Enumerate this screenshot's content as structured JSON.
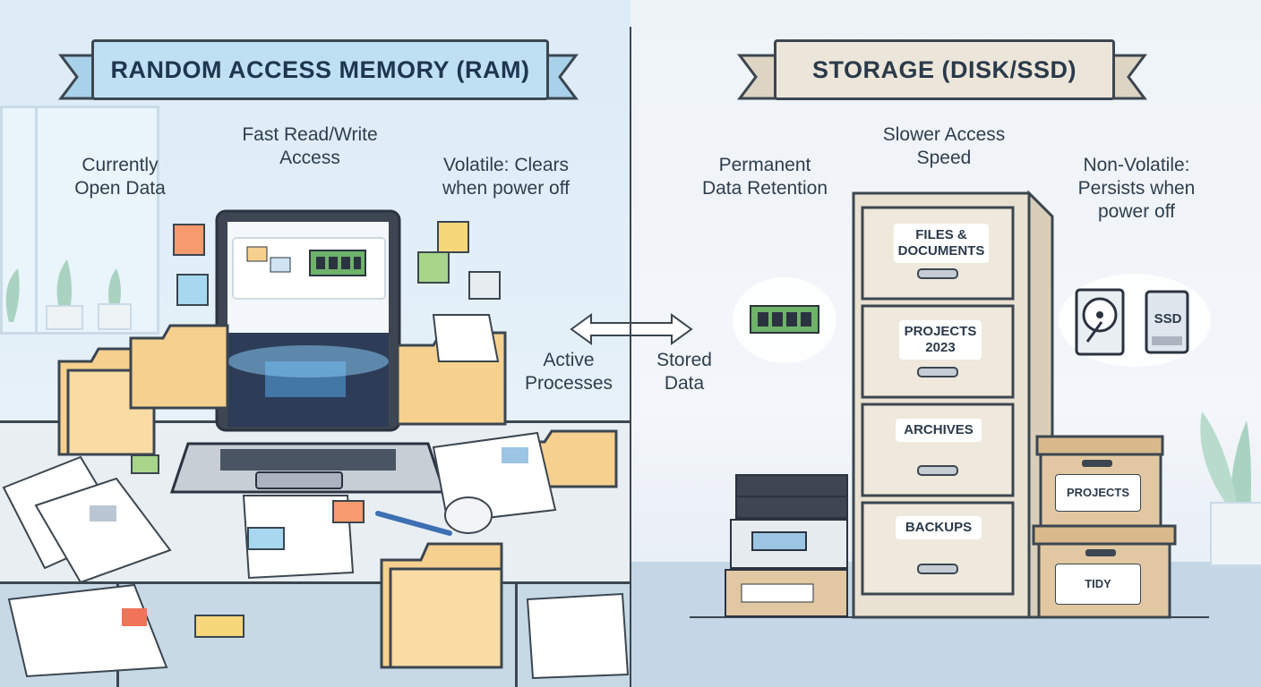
{
  "ram": {
    "title": "RANDOM ACCESS MEMORY (RAM)",
    "labels": {
      "speed": "Fast Read/Write\nAccess",
      "open_data": "Currently\nOpen Data",
      "volatile": "Volatile: Clears\nwhen power off",
      "processes": "Active\nProcesses"
    }
  },
  "storage": {
    "title": "STORAGE (DISK/SSD)",
    "labels": {
      "speed": "Slower Access\nSpeed",
      "retention": "Permanent\nData Retention",
      "nonvolatile": "Non-Volatile:\nPersists when\npower off",
      "stored": "Stored\nData"
    },
    "drawers": [
      "FILES &\nDOCUMENTS",
      "PROJECTS\n2023",
      "ARCHIVES",
      "BACKUPS"
    ],
    "boxes": [
      "PROJECTS",
      "TIDY"
    ],
    "ssd_label": "SSD"
  },
  "colors": {
    "ram_banner": "#bfe0f2",
    "storage_banner": "#ece6da",
    "outline": "#3b4650",
    "folder": "#f6d08f",
    "cabinet": "#e9e1d2",
    "box": "#e2c8a2",
    "chip_green": "#6fb26a"
  }
}
